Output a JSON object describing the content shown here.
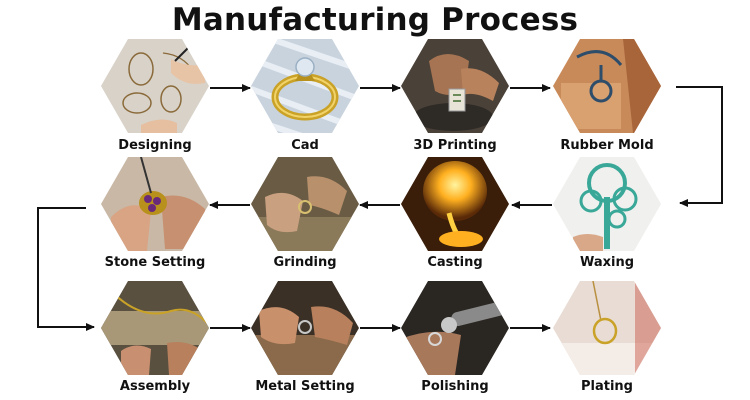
{
  "title": "Manufacturing Process",
  "steps": [
    {
      "label": "Designing"
    },
    {
      "label": "Cad"
    },
    {
      "label": "3D Printing"
    },
    {
      "label": "Rubber Mold"
    },
    {
      "label": "Waxing"
    },
    {
      "label": "Casting"
    },
    {
      "label": "Grinding"
    },
    {
      "label": "Stone Setting"
    },
    {
      "label": "Assembly"
    },
    {
      "label": "Metal Setting"
    },
    {
      "label": "Polishing"
    },
    {
      "label": "Plating"
    }
  ],
  "colors": {
    "background": "#ffffff",
    "text": "#111111",
    "arrow": "#111111"
  }
}
